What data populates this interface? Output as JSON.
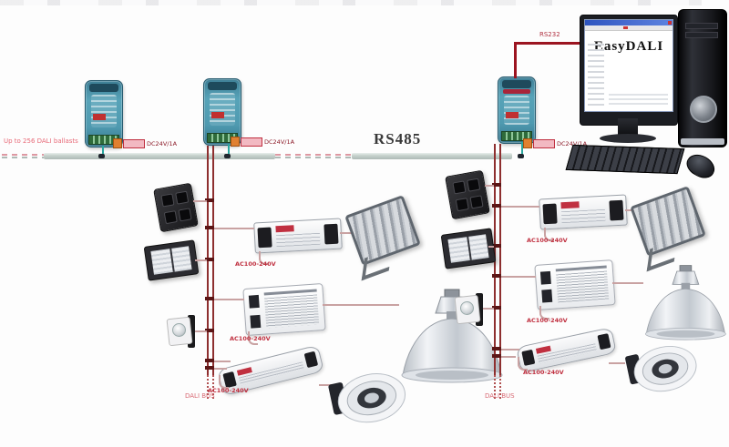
{
  "note": {
    "text": "Up to 256 DALI ballasts"
  },
  "rs485": {
    "label": "RS485"
  },
  "rs232": {
    "label": "RS232"
  },
  "pc": {
    "software_title": "EasyDALI"
  },
  "modules": [
    {
      "name": "dali-gateway-1",
      "power_label": "DC24V/1A"
    },
    {
      "name": "dali-gateway-2",
      "power_label": "DC24V/1A"
    },
    {
      "name": "dali-master-rs485",
      "power_label": "DC24V/1A"
    }
  ],
  "branches": [
    {
      "bus_label": "DALI BUS",
      "drivers": [
        {
          "power_label": "AC100-240V"
        },
        {
          "power_label": "AC100-240V"
        },
        {
          "power_label": "AC100-240V"
        }
      ]
    },
    {
      "bus_label": "DALI BUS",
      "drivers": [
        {
          "power_label": "AC100-240V"
        },
        {
          "power_label": "AC100-240V"
        },
        {
          "power_label": "AC100-240V"
        }
      ]
    }
  ],
  "colors": {
    "dali_bus": "#8e2f2f",
    "rs232_wire": "#9b1420",
    "label_red": "#c03040",
    "module_teal": "#4f9ab0",
    "rs485_bus": "#c6d2cd"
  }
}
